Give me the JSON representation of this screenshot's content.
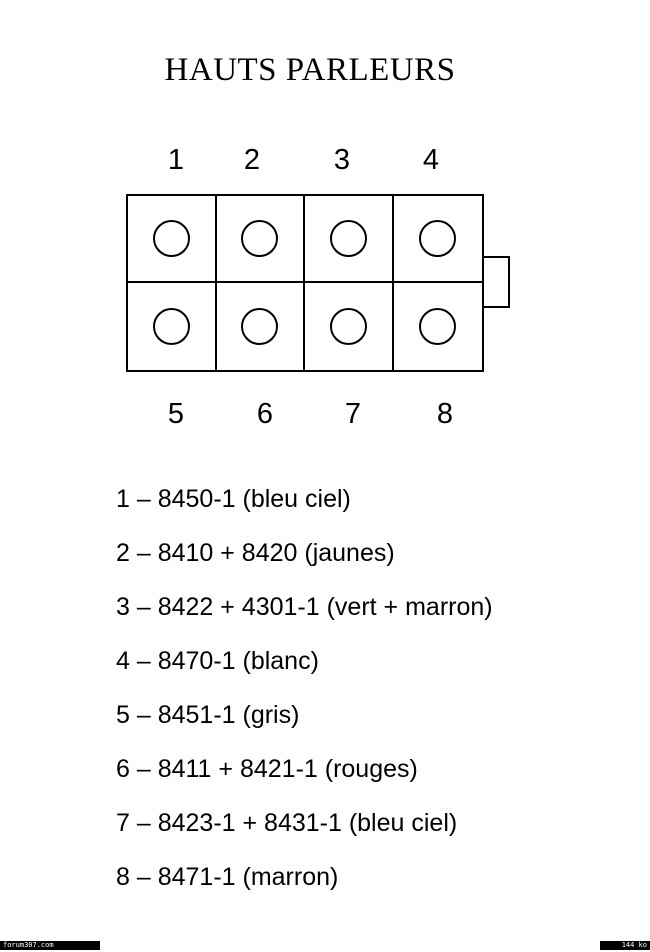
{
  "title": "HAUTS PARLEURS",
  "top_labels": [
    "1",
    "2",
    "3",
    "4"
  ],
  "bottom_labels": [
    "5",
    "6",
    "7",
    "8"
  ],
  "legend": [
    "1 – 8450-1 (bleu ciel)",
    "2 – 8410 + 8420 (jaunes)",
    "3 – 8422 + 4301-1 (vert + marron)",
    "4 – 8470-1 (blanc)",
    "5 – 8451-1 (gris)",
    "6 – 8411 + 8421-1 (rouges)",
    "7 – 8423-1 + 8431-1 (bleu ciel)",
    "8 – 8471-1 (marron)"
  ],
  "footer": {
    "left": "forum307.com",
    "right": "144 ko"
  }
}
